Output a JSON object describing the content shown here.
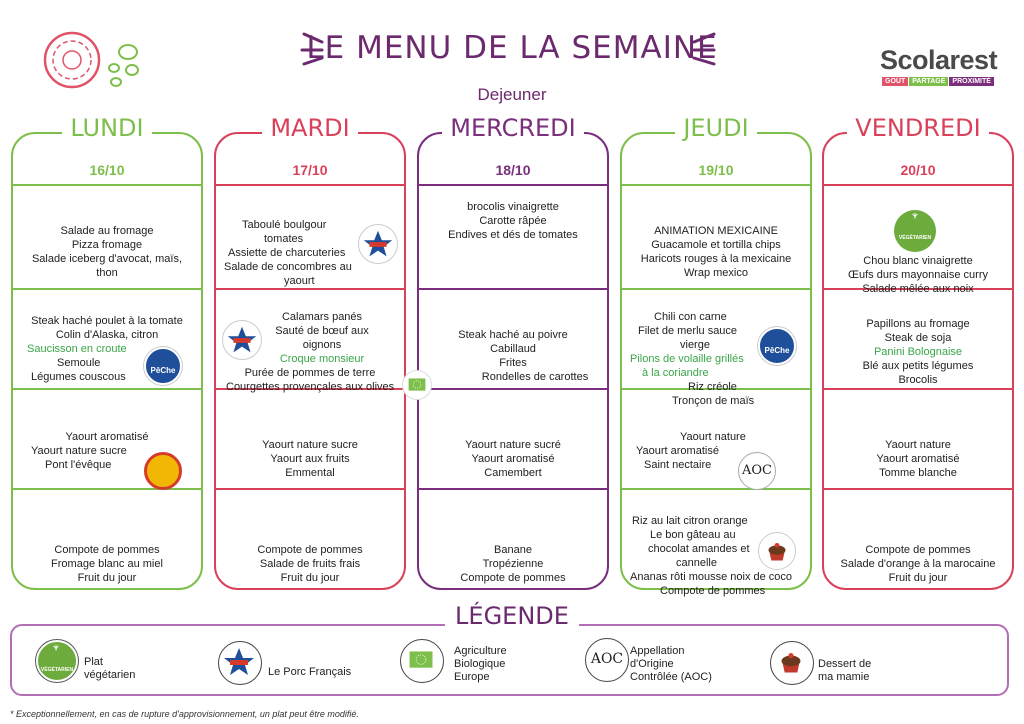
{
  "header": {
    "title": "LE MENU DE LA SEMAINE",
    "subtitle": "Dejeuner",
    "logo_brand": "Scolarest",
    "logo_tags": [
      "GOÛT",
      "PARTAGE",
      "PROXIMITÉ"
    ]
  },
  "days": [
    {
      "name": "LUNDI",
      "date": "16/10",
      "color": "#7dbf4a",
      "entrees": [
        "Salade au fromage",
        "Pizza fromage",
        "Salade iceberg d'avocat, maïs,",
        "thon"
      ],
      "plats": [
        "Steak haché poulet à la tomate",
        "Colin d'Alaska, citron",
        "Saucisson en croute",
        "Semoule",
        "Légumes couscous"
      ],
      "laitages": [
        "Yaourt aromatisé",
        "Yaourt nature sucre",
        "Pont l'évêque"
      ],
      "desserts": [
        "Compote de pommes",
        "Fromage blanc au miel",
        "Fruit du jour"
      ]
    },
    {
      "name": "MARDI",
      "date": "17/10",
      "color": "#d9415a",
      "entrees": [
        "Taboulé boulgour",
        "tomates",
        "Assiette de charcuteries",
        "Salade de concombres au",
        "yaourt"
      ],
      "plats": [
        "Calamars panés",
        "Sauté de bœuf aux",
        "oignons",
        "Croque monsieur",
        "Purée de pommes de terre",
        "Courgettes provençales aux olives"
      ],
      "laitages": [
        "Yaourt nature sucre",
        "Yaourt aux fruits",
        "Emmental"
      ],
      "desserts": [
        "Compote de pommes",
        "Salade de fruits frais",
        "Fruit du jour"
      ]
    },
    {
      "name": "MERCREDI",
      "date": "18/10",
      "color": "#7a2e7c",
      "entrees": [
        "brocolis vinaigrette",
        "Carotte râpée",
        "Endives et dés de tomates"
      ],
      "plats": [
        "Steak haché au poivre",
        "Cabillaud",
        "Frites",
        "Rondelles de carottes"
      ],
      "laitages": [
        "Yaourt nature sucré",
        "Yaourt aromatisé",
        "Camembert"
      ],
      "desserts": [
        "Banane",
        "Tropézienne",
        "Compote de pommes"
      ]
    },
    {
      "name": "JEUDI",
      "date": "19/10",
      "color": "#7dbf4a",
      "entrees": [
        "ANIMATION MEXICAINE",
        "Guacamole et tortilla chips",
        "Haricots rouges à la mexicaine",
        "Wrap mexico"
      ],
      "plats": [
        "Chili con carne",
        "Filet de merlu sauce",
        "vierge",
        "Pilons de volaille grillés",
        "à la coriandre",
        "Riz créole",
        "Tronçon de maïs"
      ],
      "laitages": [
        "Yaourt nature",
        "Yaourt aromatisé",
        "Saint nectaire"
      ],
      "desserts": [
        "Riz au lait citron orange",
        "Le bon gâteau au",
        "chocolat amandes et",
        "cannelle",
        "Ananas rôti mousse noix de coco",
        "Compote de pommes"
      ]
    },
    {
      "name": "VENDREDI",
      "date": "20/10",
      "color": "#d9415a",
      "entrees": [
        "Chou blanc vinaigrette",
        "Œufs durs mayonnaise curry",
        "Salade mêlée aux noix"
      ],
      "plats": [
        "Papillons au fromage",
        "Steak de soja",
        "Panini Bolognaise",
        "Blé aux petits légumes",
        "Brocolis"
      ],
      "laitages": [
        "Yaourt nature",
        "Yaourt aromatisé",
        "Tomme blanche"
      ],
      "desserts": [
        "Compote de pommes",
        "Salade d'orange à la marocaine",
        "Fruit du jour"
      ]
    }
  ],
  "badges": {
    "peche": "PêChe",
    "vegetarien": "VÉGÉTARIEN",
    "aoc": "AOC"
  },
  "legend": {
    "title": "LÉGENDE",
    "items": [
      {
        "label1": "Plat",
        "label2": "végétarien"
      },
      {
        "label1": "Le Porc Français",
        "label2": ""
      },
      {
        "label1": "Agriculture",
        "label2": "Biologique",
        "label3": "Europe"
      },
      {
        "label1": "Appellation",
        "label2": "d'Origine",
        "label3": "Contrôlée (AOC)"
      },
      {
        "label1": "Dessert de",
        "label2": "ma mamie"
      }
    ]
  },
  "footnote": "* Exceptionnellement, en cas de rupture d'approvisionnement, un plat peut être modifié."
}
